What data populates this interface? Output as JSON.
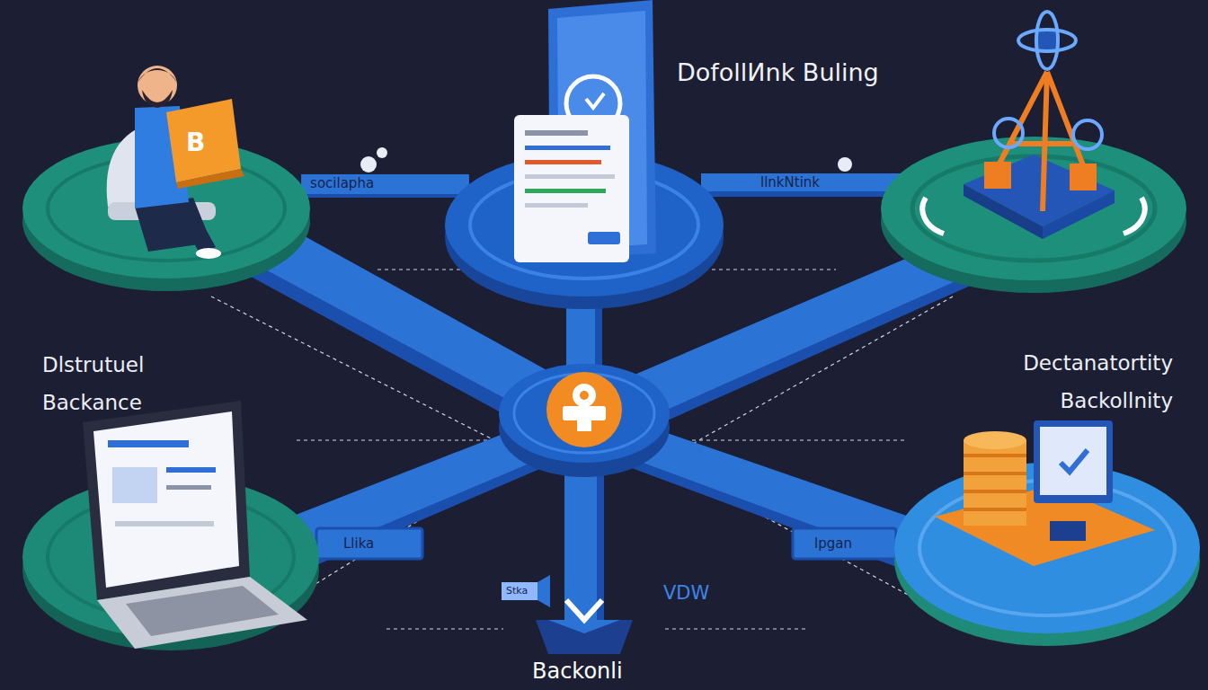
{
  "diagram": {
    "nodes": [
      {
        "text": [
          "B"
        ]
      },
      {
        "text": [
          "DofollИnk Buling"
        ]
      },
      {
        "text": [
          "Dlstrutuel Backance"
        ]
      },
      {
        "text": [
          "Dectanatortity Backollnity"
        ]
      }
    ],
    "edges": [
      {
        "from": 0,
        "to": 1,
        "arrow": "none",
        "label": "socilapha"
      }
    ],
    "labels": [
      "llnkNtink",
      "Llika",
      "lpgan",
      "Stka",
      "VDW",
      "Backonli"
    ]
  }
}
